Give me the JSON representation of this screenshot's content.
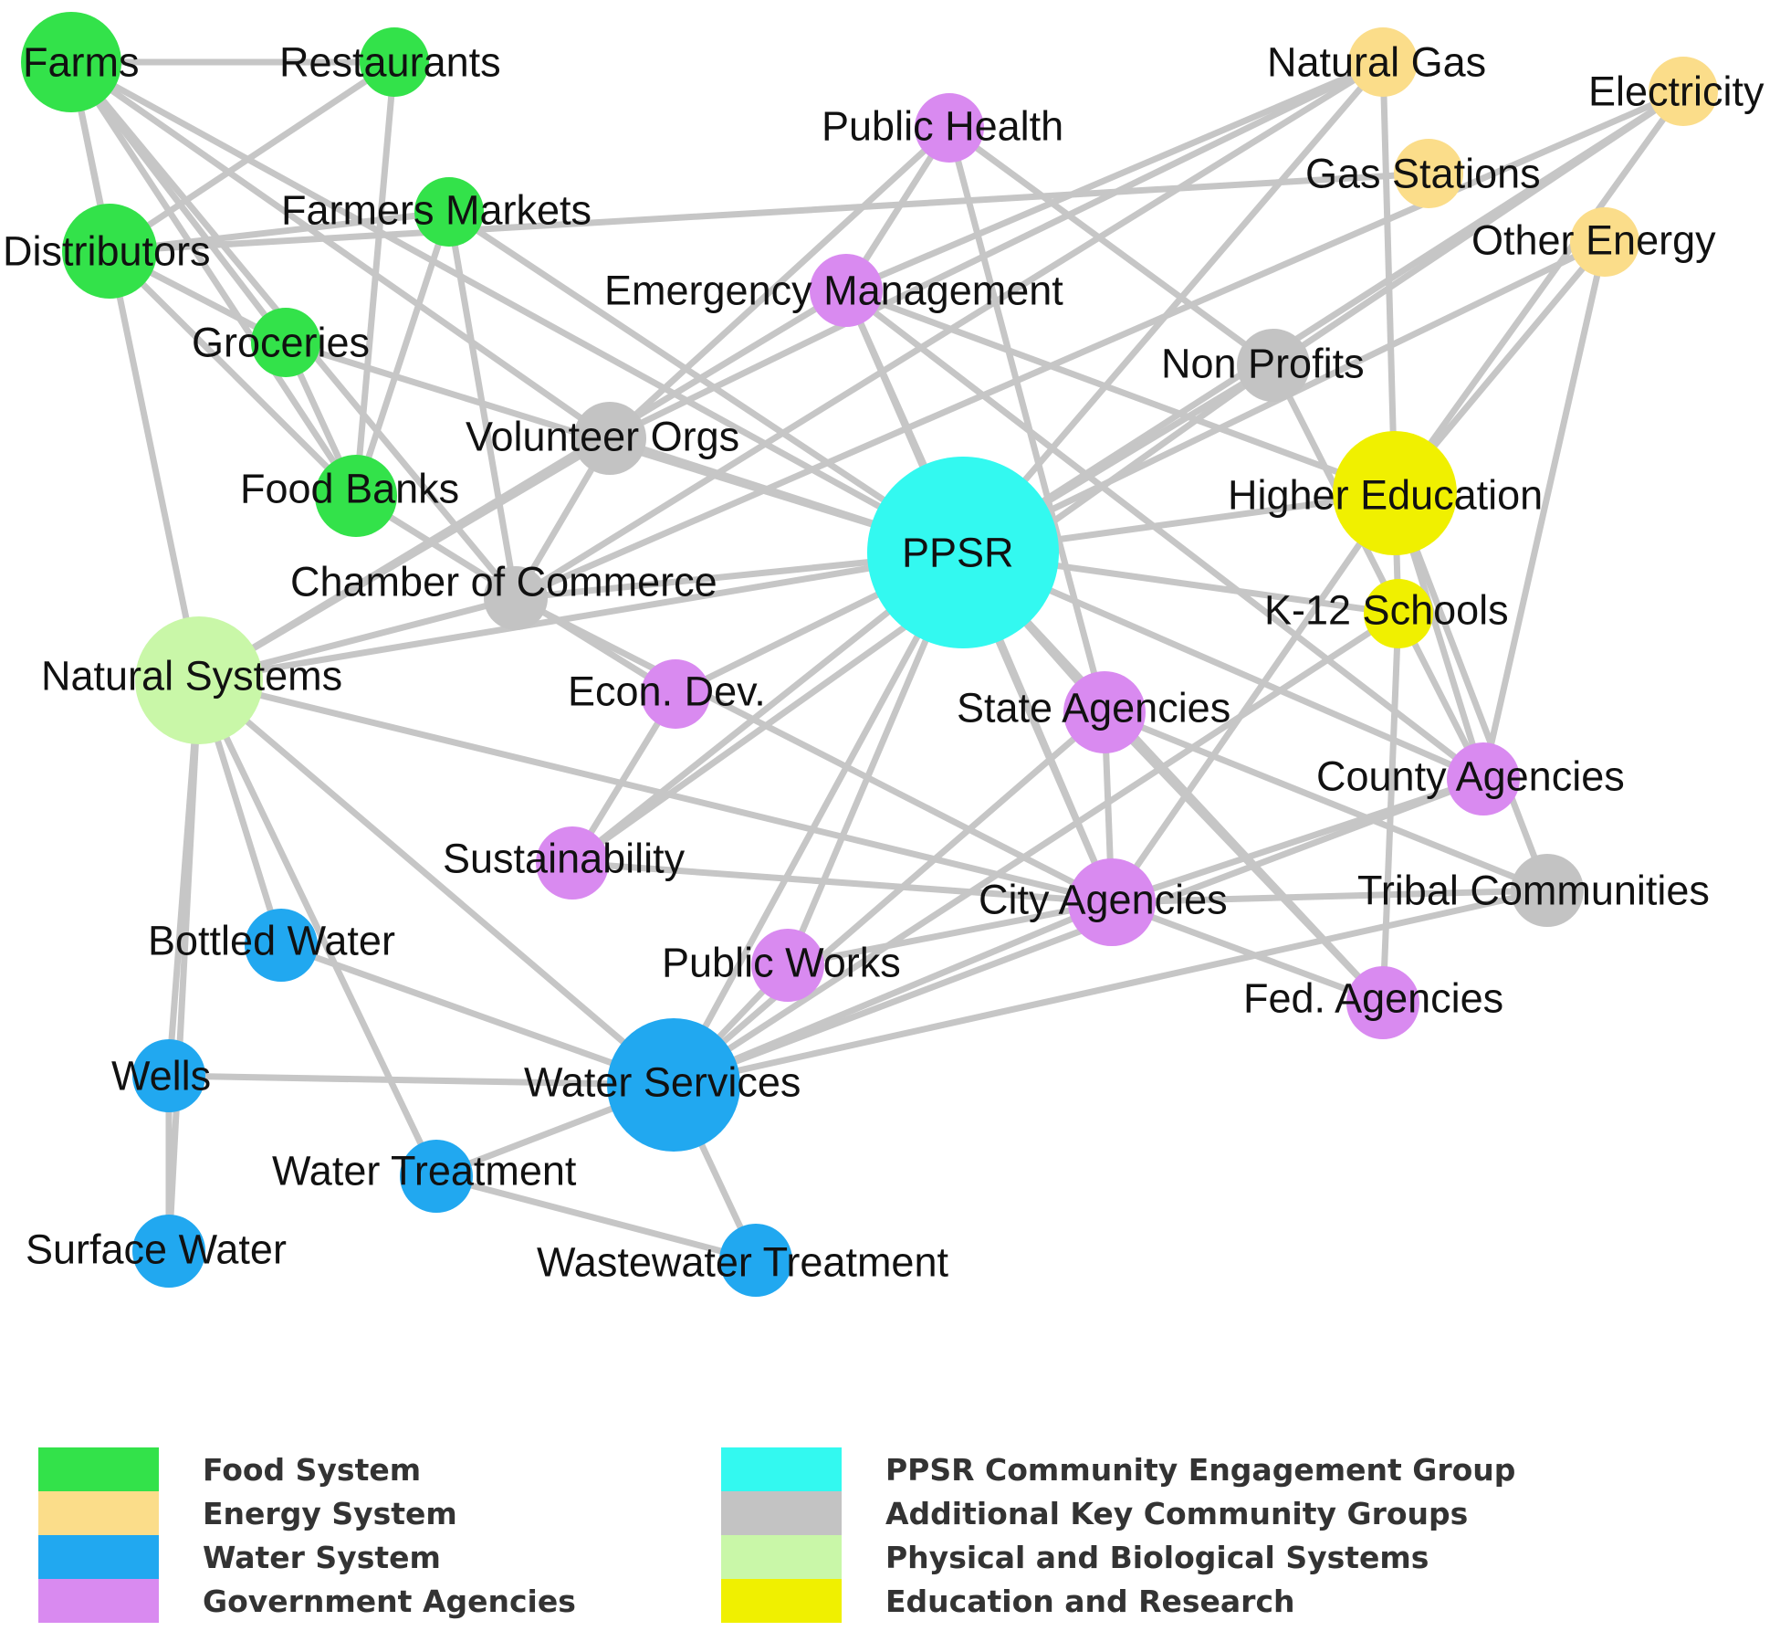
{
  "groups": {
    "food": {
      "color": "#33e24a"
    },
    "energy": {
      "color": "#fbdd8a"
    },
    "water": {
      "color": "#21a8f0"
    },
    "gov": {
      "color": "#d98af0"
    },
    "ppsr": {
      "color": "#33f9f0"
    },
    "key": {
      "color": "#c3c3c3"
    },
    "natural": {
      "color": "#c9f7a8"
    },
    "edu": {
      "color": "#f0f000"
    }
  },
  "nodes": [
    {
      "id": "farms",
      "label": "Farms",
      "group": "food"
    },
    {
      "id": "restaurants",
      "label": "Restaurants",
      "group": "food"
    },
    {
      "id": "distributors",
      "label": "Distributors",
      "group": "food"
    },
    {
      "id": "farmers_markets",
      "label": "Farmers Markets",
      "group": "food"
    },
    {
      "id": "groceries",
      "label": "Groceries",
      "group": "food"
    },
    {
      "id": "food_banks",
      "label": "Food Banks",
      "group": "food"
    },
    {
      "id": "public_health",
      "label": "Public Health",
      "group": "gov"
    },
    {
      "id": "emergency_mgmt",
      "label": "Emergency Management",
      "group": "gov"
    },
    {
      "id": "natural_gas",
      "label": "Natural Gas",
      "group": "energy"
    },
    {
      "id": "electricity",
      "label": "Electricity",
      "group": "energy"
    },
    {
      "id": "gas_stations",
      "label": "Gas Stations",
      "group": "energy"
    },
    {
      "id": "other_energy",
      "label": "Other Energy",
      "group": "energy"
    },
    {
      "id": "non_profits",
      "label": "Non Profits",
      "group": "key"
    },
    {
      "id": "volunteer_orgs",
      "label": "Volunteer Orgs",
      "group": "key"
    },
    {
      "id": "higher_ed",
      "label": "Higher Education",
      "group": "edu"
    },
    {
      "id": "ppsr",
      "label": "PPSR",
      "group": "ppsr"
    },
    {
      "id": "chamber",
      "label": "Chamber of Commerce",
      "group": "key"
    },
    {
      "id": "k12",
      "label": "K-12 Schools",
      "group": "edu"
    },
    {
      "id": "natural_systems",
      "label": "Natural Systems",
      "group": "natural"
    },
    {
      "id": "econ_dev",
      "label": "Econ. Dev.",
      "group": "gov"
    },
    {
      "id": "state_agencies",
      "label": "State Agencies",
      "group": "gov"
    },
    {
      "id": "county_agencies",
      "label": "County Agencies",
      "group": "gov"
    },
    {
      "id": "sustainability",
      "label": "Sustainability",
      "group": "gov"
    },
    {
      "id": "tribal",
      "label": "Tribal Communities",
      "group": "key"
    },
    {
      "id": "city_agencies",
      "label": "City Agencies",
      "group": "gov"
    },
    {
      "id": "bottled_water",
      "label": "Bottled Water",
      "group": "water"
    },
    {
      "id": "public_works",
      "label": "Public Works",
      "group": "gov"
    },
    {
      "id": "fed_agencies",
      "label": "Fed. Agencies",
      "group": "gov"
    },
    {
      "id": "wells",
      "label": "Wells",
      "group": "water"
    },
    {
      "id": "water_services",
      "label": "Water Services",
      "group": "water"
    },
    {
      "id": "water_treatment",
      "label": "Water Treatment",
      "group": "water"
    },
    {
      "id": "surface_water",
      "label": "Surface Water",
      "group": "water"
    },
    {
      "id": "wastewater",
      "label": "Wastewater Treatment",
      "group": "water"
    }
  ],
  "edges": [
    [
      "farms",
      "restaurants"
    ],
    [
      "farms",
      "distributors"
    ],
    [
      "farms",
      "groceries"
    ],
    [
      "farms",
      "food_banks"
    ],
    [
      "farms",
      "natural_systems"
    ],
    [
      "farms",
      "volunteer_orgs"
    ],
    [
      "farms",
      "ppsr"
    ],
    [
      "farms",
      "chamber"
    ],
    [
      "restaurants",
      "distributors"
    ],
    [
      "restaurants",
      "food_banks"
    ],
    [
      "distributors",
      "farmers_markets"
    ],
    [
      "distributors",
      "groceries"
    ],
    [
      "distributors",
      "food_banks"
    ],
    [
      "distributors",
      "gas_stations"
    ],
    [
      "farmers_markets",
      "food_banks"
    ],
    [
      "farmers_markets",
      "ppsr"
    ],
    [
      "farmers_markets",
      "chamber"
    ],
    [
      "groceries",
      "food_banks"
    ],
    [
      "groceries",
      "ppsr"
    ],
    [
      "food_banks",
      "econ_dev"
    ],
    [
      "public_health",
      "emergency_mgmt"
    ],
    [
      "public_health",
      "volunteer_orgs"
    ],
    [
      "public_health",
      "non_profits"
    ],
    [
      "public_health",
      "state_agencies"
    ],
    [
      "emergency_mgmt",
      "ppsr"
    ],
    [
      "emergency_mgmt",
      "higher_ed"
    ],
    [
      "emergency_mgmt",
      "county_agencies"
    ],
    [
      "emergency_mgmt",
      "natural_systems"
    ],
    [
      "emergency_mgmt",
      "city_agencies"
    ],
    [
      "emergency_mgmt",
      "natural_gas"
    ],
    [
      "natural_gas",
      "volunteer_orgs"
    ],
    [
      "natural_gas",
      "ppsr"
    ],
    [
      "natural_gas",
      "higher_ed"
    ],
    [
      "natural_gas",
      "chamber"
    ],
    [
      "electricity",
      "non_profits"
    ],
    [
      "electricity",
      "higher_ed"
    ],
    [
      "electricity",
      "ppsr"
    ],
    [
      "electricity",
      "chamber"
    ],
    [
      "other_energy",
      "higher_ed"
    ],
    [
      "other_energy",
      "ppsr"
    ],
    [
      "other_energy",
      "county_agencies"
    ],
    [
      "non_profits",
      "ppsr"
    ],
    [
      "non_profits",
      "sustainability"
    ],
    [
      "non_profits",
      "county_agencies"
    ],
    [
      "volunteer_orgs",
      "natural_systems"
    ],
    [
      "volunteer_orgs",
      "chamber"
    ],
    [
      "volunteer_orgs",
      "ppsr"
    ],
    [
      "higher_ed",
      "ppsr"
    ],
    [
      "higher_ed",
      "k12"
    ],
    [
      "higher_ed",
      "tribal"
    ],
    [
      "higher_ed",
      "county_agencies"
    ],
    [
      "higher_ed",
      "city_agencies"
    ],
    [
      "ppsr",
      "natural_systems"
    ],
    [
      "ppsr",
      "chamber"
    ],
    [
      "ppsr",
      "k12"
    ],
    [
      "ppsr",
      "state_agencies"
    ],
    [
      "ppsr",
      "county_agencies"
    ],
    [
      "ppsr",
      "sustainability"
    ],
    [
      "ppsr",
      "city_agencies"
    ],
    [
      "ppsr",
      "public_works"
    ],
    [
      "ppsr",
      "water_services"
    ],
    [
      "ppsr",
      "fed_agencies"
    ],
    [
      "ppsr",
      "econ_dev"
    ],
    [
      "chamber",
      "natural_systems"
    ],
    [
      "chamber",
      "city_agencies"
    ],
    [
      "k12",
      "fed_agencies"
    ],
    [
      "k12",
      "water_services"
    ],
    [
      "econ_dev",
      "sustainability"
    ],
    [
      "state_agencies",
      "city_agencies"
    ],
    [
      "state_agencies",
      "fed_agencies"
    ],
    [
      "state_agencies",
      "water_services"
    ],
    [
      "state_agencies",
      "tribal"
    ],
    [
      "county_agencies",
      "city_agencies"
    ],
    [
      "county_agencies",
      "water_services"
    ],
    [
      "sustainability",
      "city_agencies"
    ],
    [
      "tribal",
      "city_agencies"
    ],
    [
      "tribal",
      "water_services"
    ],
    [
      "natural_systems",
      "bottled_water"
    ],
    [
      "natural_systems",
      "wells"
    ],
    [
      "natural_systems",
      "water_treatment"
    ],
    [
      "natural_systems",
      "surface_water"
    ],
    [
      "natural_systems",
      "water_services"
    ],
    [
      "natural_systems",
      "city_agencies"
    ],
    [
      "bottled_water",
      "water_services"
    ],
    [
      "wells",
      "water_services"
    ],
    [
      "wells",
      "surface_water"
    ],
    [
      "water_treatment",
      "water_services"
    ],
    [
      "water_services",
      "wastewater"
    ],
    [
      "water_services",
      "public_works"
    ],
    [
      "water_services",
      "city_agencies"
    ],
    [
      "water_treatment",
      "wastewater"
    ],
    [
      "public_works",
      "city_agencies"
    ],
    [
      "city_agencies",
      "fed_agencies"
    ]
  ],
  "legend": [
    {
      "label": "Food System",
      "group": "food"
    },
    {
      "label": "Energy System",
      "group": "energy"
    },
    {
      "label": "Water System",
      "group": "water"
    },
    {
      "label": "Government Agencies",
      "group": "gov"
    },
    {
      "label": "PPSR Community Engagement Group",
      "group": "ppsr"
    },
    {
      "label": "Additional Key Community Groups",
      "group": "key"
    },
    {
      "label": "Physical and Biological Systems",
      "group": "natural"
    },
    {
      "label": "Education and Research",
      "group": "edu"
    }
  ]
}
